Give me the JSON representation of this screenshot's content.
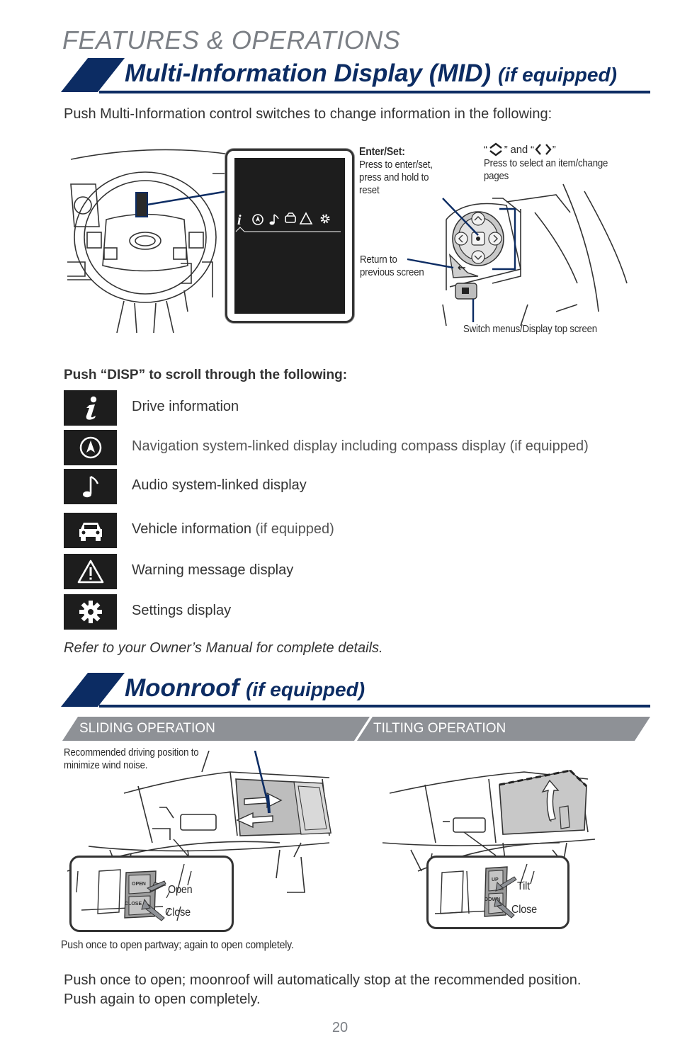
{
  "header": {
    "title": "FEATURES & OPERATIONS"
  },
  "mid": {
    "title": "Multi-Information Display (MID)",
    "title_suffix": "(if equipped)",
    "intro": "Push Multi-Information control switches to change information in the following:",
    "callouts": {
      "enter_set_title": "Enter/Set:",
      "enter_set_line1": "Press to enter/set,",
      "enter_set_line2": "press and hold to",
      "enter_set_line3": "reset",
      "arrows_q1": "“",
      "arrows_and": "” and “",
      "arrows_q2": "”",
      "arrows_line1": "Press to select an item/change",
      "arrows_line2": "pages",
      "return_line1": "Return to",
      "return_line2": "previous screen",
      "switch_menus": "Switch menus/Display top screen"
    },
    "disp_heading": "Push “DISP” to scroll through the following:",
    "items": [
      {
        "icon": "info-icon",
        "label": "Drive information",
        "suffix": ""
      },
      {
        "icon": "compass-icon",
        "label": "Navigation system-linked display including compass display (if equipped)",
        "suffix": ""
      },
      {
        "icon": "music-note-icon",
        "label": "Audio system-linked display",
        "suffix": ""
      },
      {
        "icon": "vehicle-icon",
        "label": "Vehicle information",
        "suffix": "(if equipped)"
      },
      {
        "icon": "warning-icon",
        "label": "Warning message display",
        "suffix": ""
      },
      {
        "icon": "gear-icon",
        "label": "Settings display",
        "suffix": ""
      }
    ],
    "footnote": "Refer to your Owner’s Manual for complete details."
  },
  "moonroof": {
    "title": "Moonroof",
    "title_suffix": "(if equipped)",
    "sliding_label": "SLIDING OPERATION",
    "tilting_label": "TILTING OPERATION",
    "recommended_line1": "Recommended driving position to",
    "recommended_line2": "minimize wind noise.",
    "open": "Open",
    "close": "Close",
    "tilt": "Tilt",
    "close_tilt": "Close",
    "switch_open": "OPEN",
    "switch_close": "CLOSE",
    "switch_up": "UP",
    "switch_down": "DOWN",
    "push_once_caption": "Push once to open partway; again to open completely.",
    "body_line1": "Push once to open; moonroof will automatically stop at the recommended position.",
    "body_line2": "Push again to open completely."
  },
  "colors": {
    "navy": "#0c2c63",
    "banner_gray": "#8e9196",
    "icon_bg": "#1d1d1d"
  },
  "page_number": "20"
}
